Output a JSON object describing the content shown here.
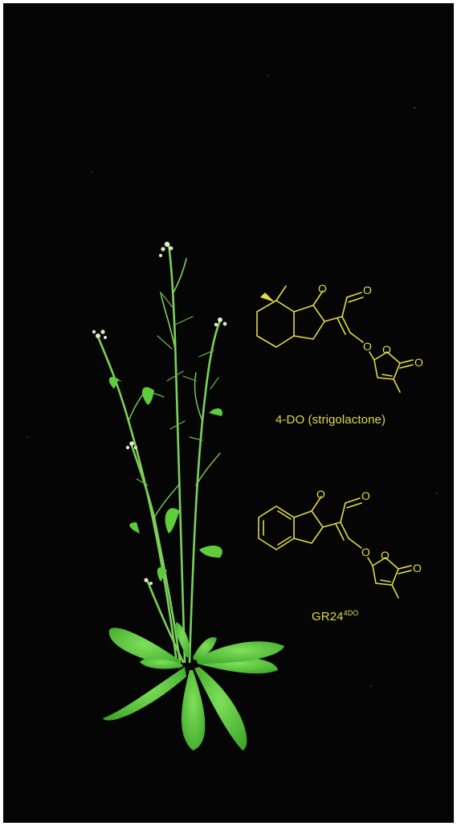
{
  "colors": {
    "background": "#050505",
    "structure": "#e3da47",
    "plant_leaf": "#5fcc3e",
    "plant_stem": "#7dcf5a",
    "flower": "#dfe8c8"
  },
  "molecules": {
    "strigolactone": {
      "label": "4-DO (strigolactone)",
      "atoms": {
        "o1": "O",
        "o2": "O",
        "o3": "O",
        "o4": "O",
        "o5": "O"
      }
    },
    "gr24": {
      "label_main": "GR24",
      "label_sup": "4DO",
      "atoms": {
        "o1": "O",
        "o2": "O",
        "o3": "O",
        "o4": "O",
        "o5": "O"
      }
    }
  }
}
